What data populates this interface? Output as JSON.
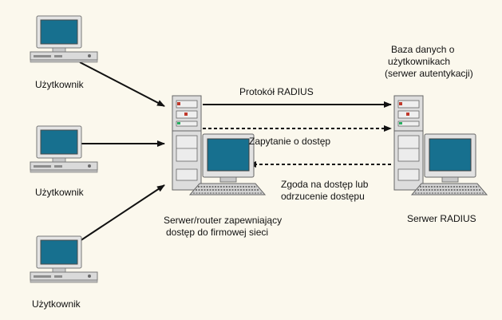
{
  "users": [
    {
      "label": "Użytkownik"
    },
    {
      "label": "Użytkownik"
    },
    {
      "label": "Użytkownik"
    }
  ],
  "access_server": {
    "label_line1": "Serwer/router zapewniający",
    "label_line2": "dostęp do firmowej sieci"
  },
  "radius_server": {
    "label": "Serwer RADIUS",
    "db_line1": "Baza danych o",
    "db_line2": "użytkownikach",
    "db_line3": "(serwer autentykacji)"
  },
  "links": {
    "protocol": "Protokół RADIUS",
    "request": "Zapytanie o dostęp",
    "response_line1": "Zgoda na dostęp lub",
    "response_line2": "odrzucenie dostępu"
  },
  "colors": {
    "background": "#fbf8ed",
    "screen": "#17708f",
    "device_body": "#dcdcdc",
    "line": "#111111"
  }
}
